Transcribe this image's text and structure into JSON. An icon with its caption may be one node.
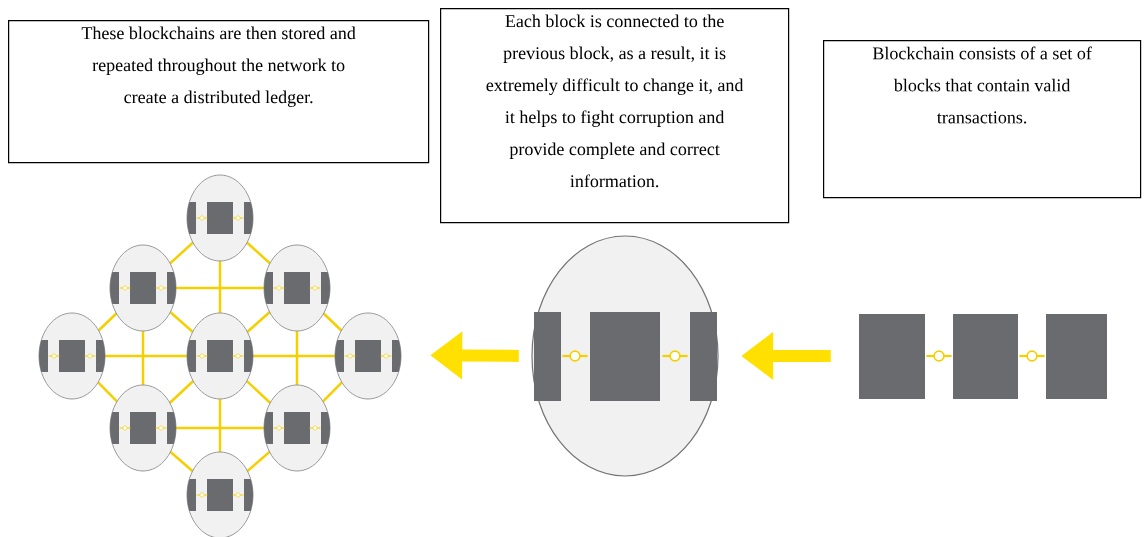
{
  "diagram": {
    "nodes": [
      {
        "text": [
          "These blockchains are then stored and repeated throughout the network to create a distributed ledger."
        ]
      },
      {
        "text": [
          "Each block is connected to the previous block, as a result, it is extremely difficult to change it, and it helps to fight corruption and provide complete and correct information."
        ]
      },
      {
        "text": [
          "Blockchain consists of a set of blocks that contain valid transactions."
        ]
      },
      {
        "text": [],
        "shape": "picture"
      },
      {
        "text": [],
        "shape": "circle"
      },
      {
        "text": [],
        "shape": "picture"
      }
    ],
    "edges": [
      {
        "from": 5,
        "to": 4,
        "arrow": "to"
      },
      {
        "from": 4,
        "to": 3,
        "arrow": "to"
      }
    ]
  }
}
